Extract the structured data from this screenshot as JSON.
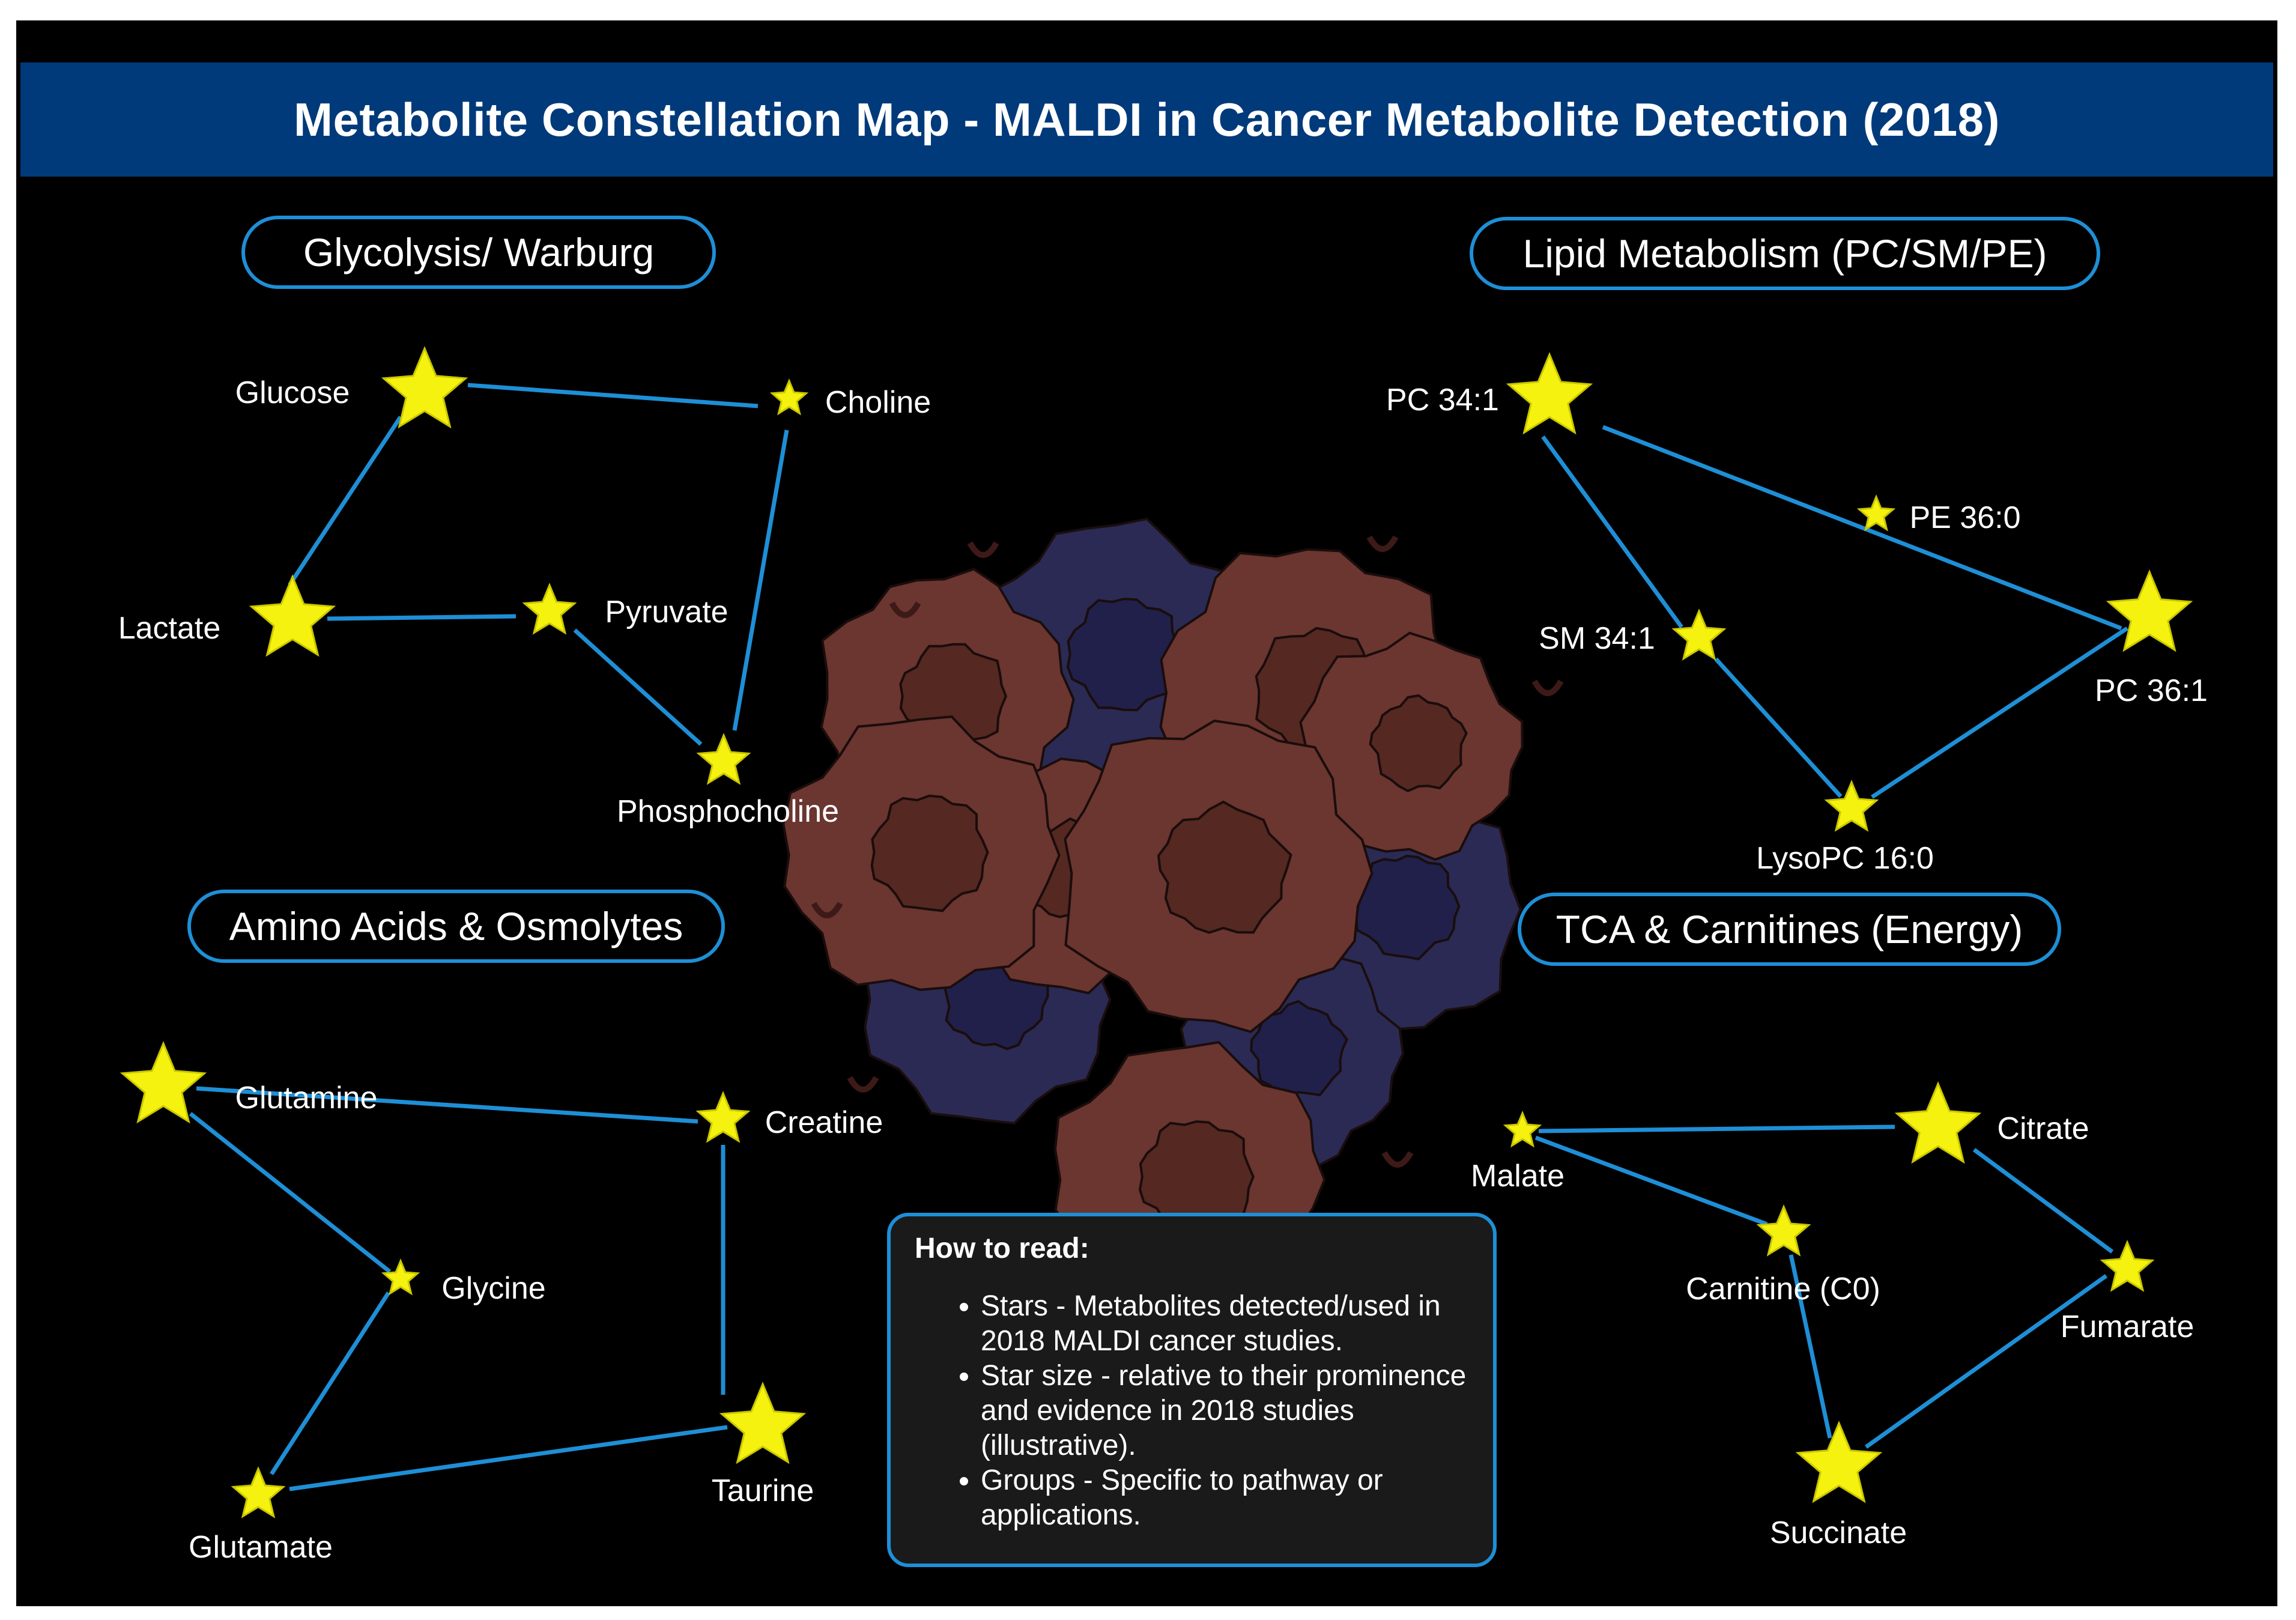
{
  "title": "Metabolite Constellation Map - MALDI in Cancer Metabolite Detection (2018)",
  "colors": {
    "title_bar": "#003a7a",
    "background": "#000000",
    "link": "#1e8fd6",
    "star": "#f6f20f",
    "star_outline": "#c9c600",
    "cell_red": "#6b3530",
    "cell_blue": "#2a2a55"
  },
  "groups": [
    {
      "label": "Glycolysis/ Warburg",
      "stars": [
        {
          "name": "Glucose",
          "size": "large"
        },
        {
          "name": "Choline",
          "size": "small"
        },
        {
          "name": "Lactate",
          "size": "large"
        },
        {
          "name": "Pyruvate",
          "size": "medium"
        },
        {
          "name": "Phosphocholine",
          "size": "medium"
        }
      ],
      "links": [
        [
          "Glucose",
          "Choline"
        ],
        [
          "Glucose",
          "Lactate"
        ],
        [
          "Lactate",
          "Pyruvate"
        ],
        [
          "Pyruvate",
          "Phosphocholine"
        ],
        [
          "Choline",
          "Phosphocholine"
        ]
      ]
    },
    {
      "label": "Lipid Metabolism (PC/SM/PE)",
      "stars": [
        {
          "name": "PC 34:1",
          "size": "large"
        },
        {
          "name": "PE 36:0",
          "size": "small"
        },
        {
          "name": "SM 34:1",
          "size": "medium"
        },
        {
          "name": "PC 36:1",
          "size": "large"
        },
        {
          "name": "LysoPC 16:0",
          "size": "medium"
        }
      ],
      "links": [
        [
          "PC 34:1",
          "PC 36:1"
        ],
        [
          "PC 34:1",
          "SM 34:1"
        ],
        [
          "SM 34:1",
          "LysoPC 16:0"
        ],
        [
          "LysoPC 16:0",
          "PC 36:1"
        ]
      ]
    },
    {
      "label": "Amino Acids & Osmolytes",
      "stars": [
        {
          "name": "Glutamine",
          "size": "large"
        },
        {
          "name": "Creatine",
          "size": "medium"
        },
        {
          "name": "Glycine",
          "size": "small"
        },
        {
          "name": "Taurine",
          "size": "large"
        },
        {
          "name": "Glutamate",
          "size": "medium"
        }
      ],
      "links": [
        [
          "Glutamine",
          "Creatine"
        ],
        [
          "Glutamine",
          "Glycine"
        ],
        [
          "Glycine",
          "Glutamate"
        ],
        [
          "Glutamate",
          "Taurine"
        ],
        [
          "Creatine",
          "Taurine"
        ]
      ]
    },
    {
      "label": "TCA & Carnitines (Energy)",
      "stars": [
        {
          "name": "Malate",
          "size": "small"
        },
        {
          "name": "Citrate",
          "size": "large"
        },
        {
          "name": "Carnitine (C0)",
          "size": "medium"
        },
        {
          "name": "Fumarate",
          "size": "medium"
        },
        {
          "name": "Succinate",
          "size": "large"
        }
      ],
      "links": [
        [
          "Malate",
          "Citrate"
        ],
        [
          "Malate",
          "Carnitine (C0)"
        ],
        [
          "Carnitine (C0)",
          "Succinate"
        ],
        [
          "Succinate",
          "Fumarate"
        ],
        [
          "Fumarate",
          "Citrate"
        ]
      ]
    }
  ],
  "legend": {
    "title": "How to read:",
    "items": [
      "Stars - Metabolites detected/used in 2018 MALDI cancer studies.",
      "Star size - relative to their prominence and evidence in 2018 studies (illustrative).",
      "Groups - Specific to pathway or applications."
    ]
  }
}
